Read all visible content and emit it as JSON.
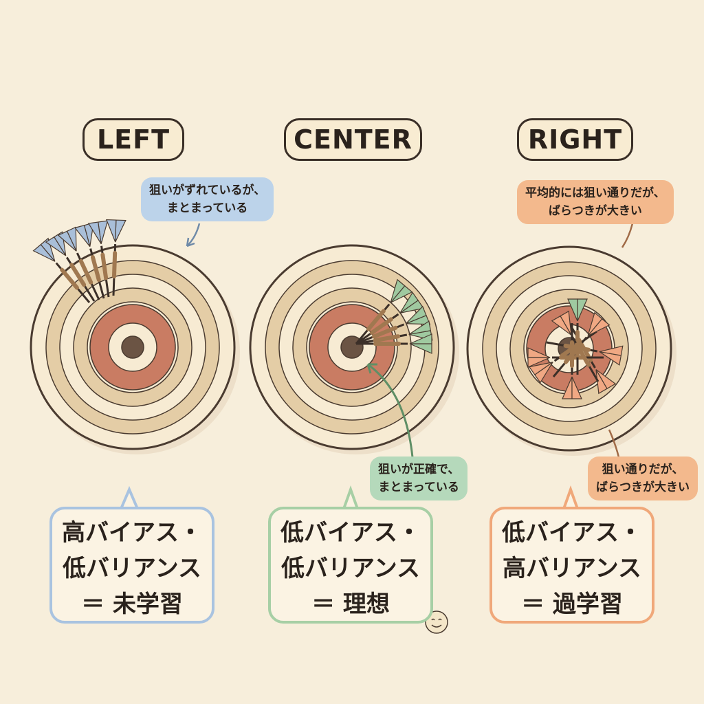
{
  "panels": [
    {
      "title": "LEFT",
      "callout": [
        "狙いがずれているが、",
        "まとまっている"
      ],
      "summary": [
        "高バイアス・",
        "低バリアンス",
        "＝ 未学習"
      ],
      "color": "#a9c3e0",
      "fletch": "#a9bfd9"
    },
    {
      "title": "CENTER",
      "callout": [
        "狙いが正確で、",
        "まとまっている"
      ],
      "summary": [
        "低バイアス・",
        "低バリアンス",
        "＝ 理想"
      ],
      "color": "#a7cfa5",
      "fletch": "#9fc9a0"
    },
    {
      "title": "RIGHT",
      "callout": [
        "平均的には狙い通りだが、",
        "ばらつきが大きい"
      ],
      "callout2": [
        "狙い通りだが、",
        "ばらつきが大きい"
      ],
      "summary": [
        "低バイアス・",
        "高バリアンス",
        "＝ 過学習"
      ],
      "color": "#f0a87a",
      "fletch": "#f0a883"
    }
  ],
  "icons": {
    "star": "star-icon",
    "smiley": "smiley-icon"
  }
}
